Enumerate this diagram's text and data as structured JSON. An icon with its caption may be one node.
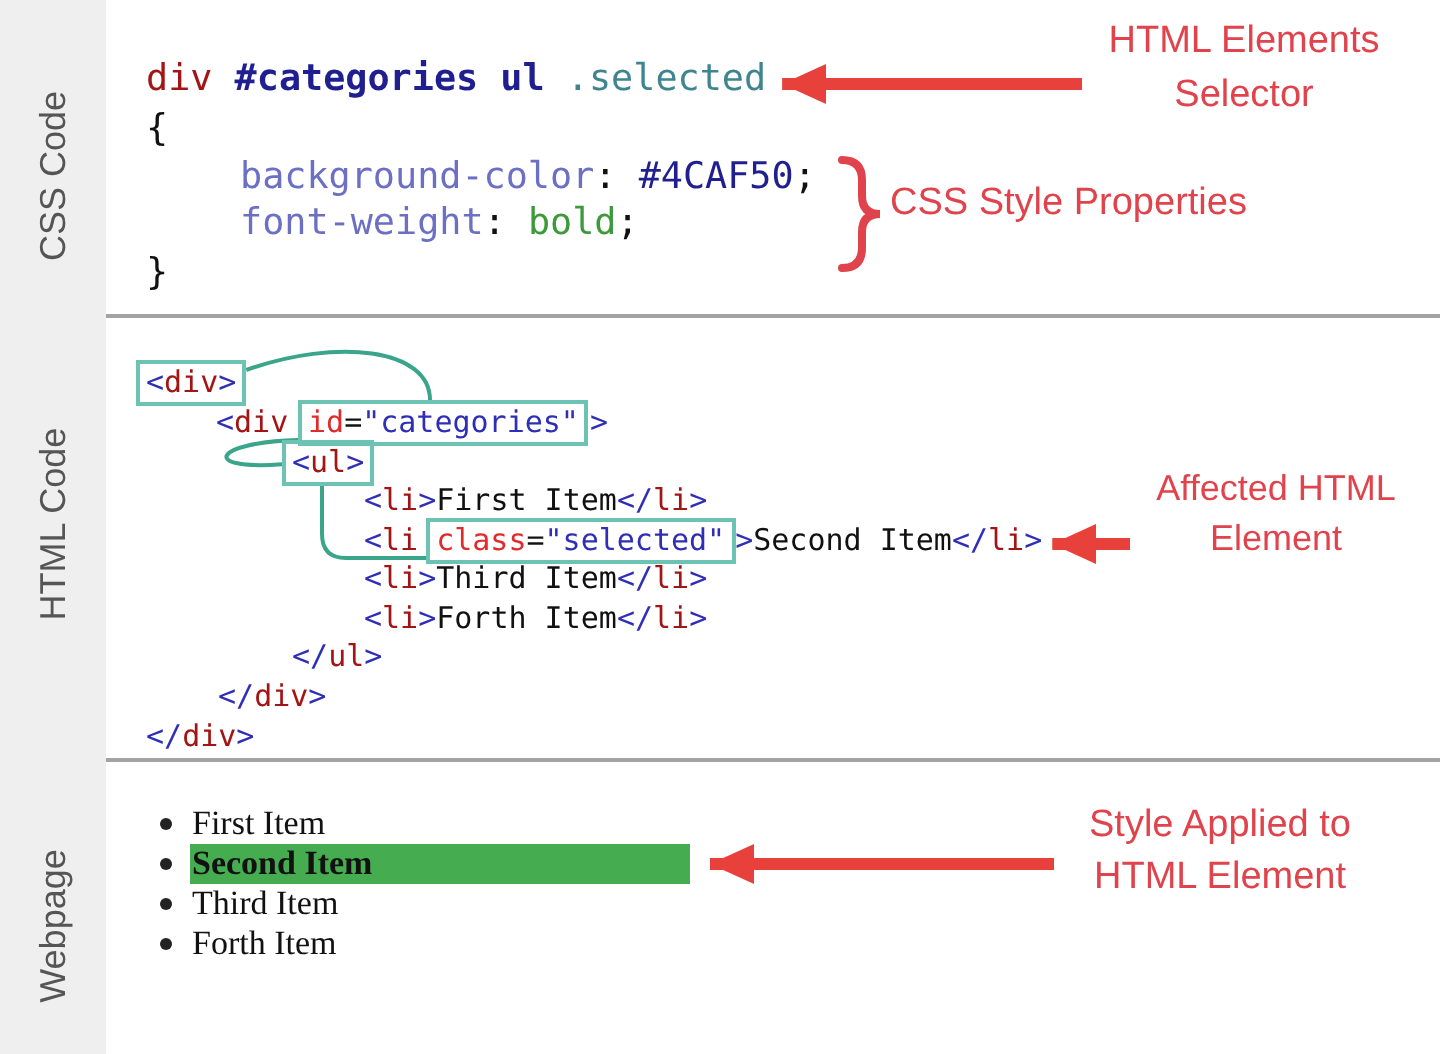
{
  "diagram": {
    "nodes": [
      {
        "text": [
          "CSS Code"
        ]
      },
      {
        "text": [
          "div #categories ul .selected"
        ],
        "in": 0
      },
      {
        "text": [
          "HTML Elements Selector"
        ],
        "in": 0
      },
      {
        "text": [
          "HTML Code"
        ]
      },
      {
        "text": [
          "<div>"
        ],
        "in": 3
      },
      {
        "text": [
          "id=\"categories\""
        ],
        "in": 3
      },
      {
        "text": [
          "<ul>"
        ],
        "in": 3
      },
      {
        "text": [
          "<li",
          ">Second Item</li>"
        ],
        "in": 3
      },
      {
        "text": [
          "class=\"selected\""
        ],
        "in": 7
      },
      {
        "text": [
          "Affected HTML Element"
        ],
        "in": 3
      },
      {
        "text": [
          "Webpage"
        ]
      },
      {
        "text": [
          "Second Item"
        ],
        "in": 10
      },
      {
        "text": [
          "Style Applied to HTML Element"
        ],
        "in": 10
      }
    ],
    "edges": [
      {
        "from": 2,
        "to": 1,
        "arrow": "to",
        "style": "thick",
        "color": "#e8413c"
      },
      {
        "from": 4,
        "to": 5,
        "arrow": "none",
        "color": "#3aa58a"
      },
      {
        "from": 5,
        "to": 6,
        "arrow": "none",
        "color": "#3aa58a"
      },
      {
        "from": 6,
        "to": 8,
        "arrow": "none",
        "color": "#3aa58a"
      },
      {
        "from": 9,
        "to": 7,
        "arrow": "to",
        "style": "thick",
        "color": "#e8413c"
      },
      {
        "from": 12,
        "to": 11,
        "arrow": "to",
        "style": "thick",
        "color": "#e8413c"
      }
    ],
    "labels": [
      "{",
      "background-color: #4CAF50;",
      "CSS Style Properties",
      "font-weight: bold;",
      "}",
      "<div",
      ">",
      "<li>First Item</li>",
      "<li>Third Item</li>",
      "<li>Forth Item</li>",
      "</ul>",
      "</div>",
      "</div>",
      "First Item",
      "Third Item",
      "Forth Item"
    ]
  }
}
